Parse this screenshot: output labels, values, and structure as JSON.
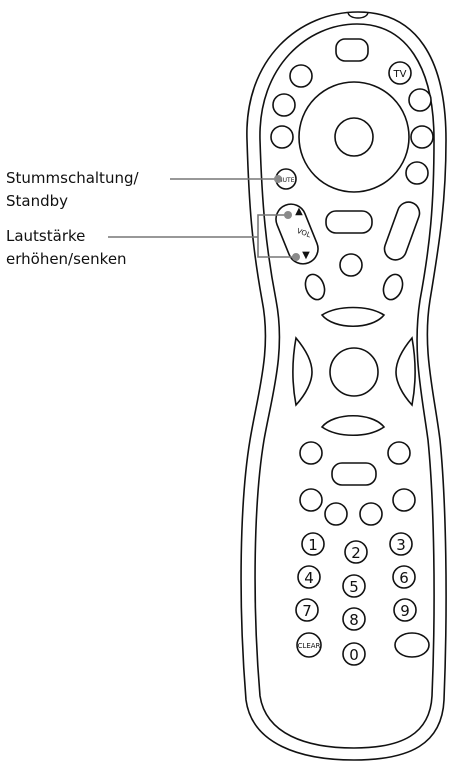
{
  "callouts": {
    "mute": {
      "line1": "Stummschaltung/",
      "line2": "Standby"
    },
    "volume": {
      "line1": "Lautstärke",
      "line2": "erhöhen/senken"
    }
  },
  "remote": {
    "tv_label": "TV",
    "mute_label": "MUTE",
    "vol_label": "VOL",
    "vol_up_glyph": "▲",
    "vol_down_glyph": "▼",
    "clear_label": "CLEAR",
    "digits": [
      "1",
      "2",
      "3",
      "4",
      "5",
      "6",
      "7",
      "8",
      "9",
      "0"
    ]
  },
  "colors": {
    "outline": "#111111",
    "leader": "#777777",
    "dot": "#8a8a8a"
  }
}
